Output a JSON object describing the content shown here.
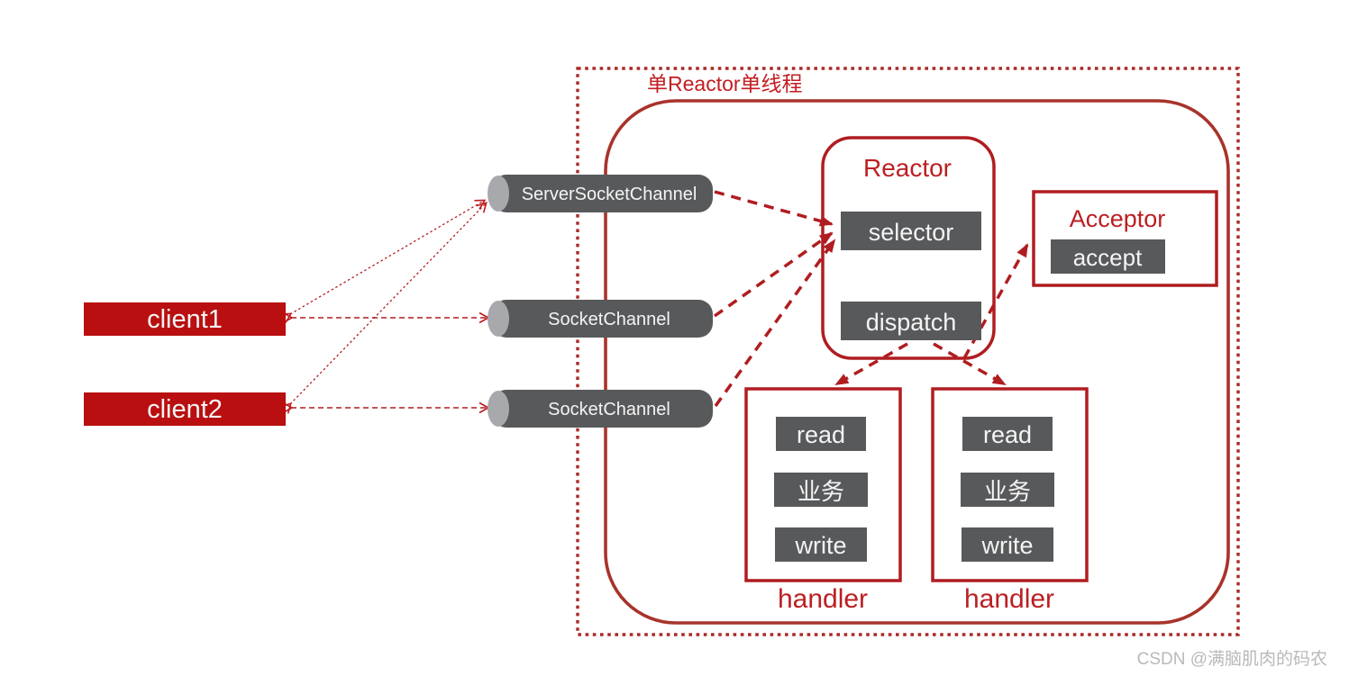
{
  "diagram": {
    "title": "单Reactor单线程",
    "clients": [
      {
        "label": "client1"
      },
      {
        "label": "client2"
      }
    ],
    "channels": [
      {
        "label": "ServerSocketChannel"
      },
      {
        "label": "SocketChannel"
      },
      {
        "label": "SocketChannel"
      }
    ],
    "reactor": {
      "title": "Reactor",
      "items": [
        {
          "label": "selector"
        },
        {
          "label": "dispatch"
        }
      ]
    },
    "acceptor": {
      "title": "Acceptor",
      "items": [
        {
          "label": "accept"
        }
      ]
    },
    "handlers": [
      {
        "label": "handler",
        "steps": [
          "read",
          "业务",
          "write"
        ]
      },
      {
        "label": "handler",
        "steps": [
          "read",
          "业务",
          "write"
        ]
      }
    ],
    "colors": {
      "accent_red": "#b01d20",
      "text_red": "#c21e22",
      "client_fill": "#b90f10",
      "step_box_fill": "#58595b",
      "cylinder_cap": "#a7a9ac",
      "watermark_gray": "#b9b9b9"
    }
  },
  "watermark": {
    "text": "CSDN @满脑肌肉的码农"
  }
}
